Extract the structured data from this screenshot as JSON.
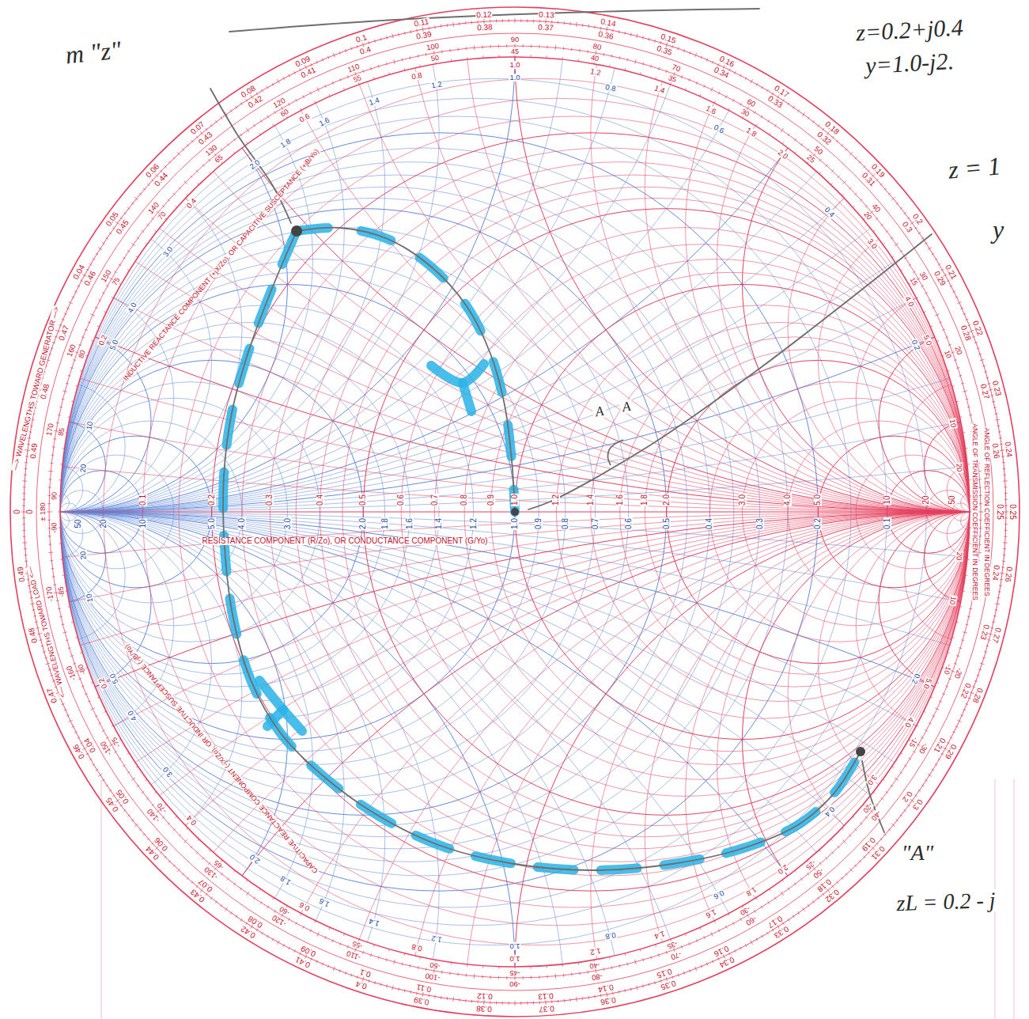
{
  "diagram": {
    "labels": [
      "0",
      "0.04",
      "0.05",
      "0.06",
      "0.07",
      "0.08",
      "0.09",
      "0.1",
      "0.11",
      "0.12",
      "0.13",
      "0.14",
      "0.15",
      "0.16",
      "0.17",
      "0.18",
      "0.19",
      "0.2",
      "0.21",
      "0.22",
      "0.23",
      "0.24",
      "0.25",
      "0.26",
      "0.27",
      "0.28",
      "0.29",
      "0.3",
      "0.31",
      "0.32",
      "0.33",
      "0.34",
      "0.35",
      "0.36",
      "0.37",
      "0.38",
      "0.39",
      "0.4",
      "0.41",
      "0.42",
      "0.43",
      "0.44",
      "0.45",
      "0.46",
      "0.47",
      "0.48",
      "0.49",
      "0",
      "0.49",
      "0.48",
      "0.47",
      "0.46",
      "0.45",
      "0.44",
      "0.43",
      "0.42",
      "0.41",
      "0.4",
      "0.39",
      "0.38",
      "0.37",
      "0.36",
      "0.35",
      "0.34",
      "0.33",
      "0.32",
      "0.31",
      "0.3",
      "0.29",
      "0.28",
      "0.27",
      "0.26",
      "0.25",
      "0.24",
      "0.23",
      "0.22",
      "0.21",
      "0.2",
      "0.19",
      "0.18",
      "0.17",
      "0.16",
      "0.15",
      "0.14",
      "0.13",
      "0.12",
      "0.11",
      "0.1",
      "0.09",
      "0.08",
      "0.07",
      "0.06",
      "0.05",
      "0.04",
      "20",
      "30",
      "40",
      "50",
      "60",
      "70",
      "80",
      "90",
      "100",
      "110",
      "120",
      "130",
      "140",
      "150",
      "160",
      "170",
      "-20",
      "-30",
      "-40",
      "-50",
      "-60",
      "-70",
      "-80",
      "-90",
      "-100",
      "-110",
      "-120",
      "-130",
      "-140",
      "-150",
      "-160",
      "-170",
      "± 180",
      "10",
      "15",
      "20",
      "25",
      "30",
      "35",
      "40",
      "45",
      "50",
      "55",
      "60",
      "65",
      "70",
      "75",
      "80",
      "85",
      "-10",
      "-15",
      "-20",
      "-25",
      "-30",
      "-35",
      "-40",
      "-45",
      "-50",
      "-55",
      "-60",
      "-65",
      "-70",
      "-75",
      "-80",
      "-85",
      "90",
      "-90",
      "0.1",
      "0.2",
      "0.3",
      "0.4",
      "0.5",
      "0.6",
      "0.7",
      "0.8",
      "0.9",
      "1.0",
      "1.2",
      "1.4",
      "1.6",
      "1.8",
      "2.0",
      "3.0",
      "4.0",
      "5.0",
      "10",
      "20",
      "50",
      "0.1",
      "0.2",
      "0.3",
      "0.4",
      "0.5",
      "0.6",
      "0.7",
      "0.8",
      "0.9",
      "1.0",
      "1.2",
      "1.4",
      "1.6",
      "1.8",
      "2.0",
      "3.0",
      "4.0",
      "5.0",
      "10",
      "20",
      "50",
      "0.2",
      "0.4",
      "0.6",
      "0.8",
      "1.0",
      "1.2",
      "1.4",
      "1.6",
      "1.8",
      "2.0",
      "3.0",
      "4.0",
      "5.0",
      "10",
      "20",
      "0.2",
      "0.4",
      "0.6",
      "0.8",
      "1.0",
      "1.2",
      "1.4",
      "1.6",
      "1.8",
      "2.0",
      "3.0",
      "4.0",
      "5.0",
      "10",
      "20",
      "0.2",
      "0.4",
      "0.6",
      "0.8",
      "1.0",
      "1.2",
      "1.4",
      "1.6",
      "1.8",
      "2.0",
      "3.0",
      "4.0",
      "5.0",
      "10",
      "20",
      "0.2",
      "0.4",
      "0.6",
      "0.8",
      "1.0",
      "1.2",
      "1.4",
      "1.6",
      "1.8",
      "2.0",
      "3.0",
      "4.0",
      "5.0",
      "10",
      "20",
      "—> WAVELENGTHS TOWARD GENERATOR —>",
      "<— WAVELENGTHS TOWARD LOAD <—",
      "INDUCTIVE REACTANCE COMPONENT (+jX/Zo), OR CAPACITIVE SUSCEPTANCE (+jB/Yo)",
      "CAPACITIVE REACTANCE COMPONENT (-jX/Zo), OR INDUCTIVE SUSCEPTANCE (-jB/Yo)",
      "RESISTANCE COMPONENT (R/Zo), OR CONDUCTANCE COMPONENT (G/Yo)",
      "ANGLE OF REFLECTION COEFFICIENT IN DEGREES",
      "ANGLE OF TRANSMISSION COEFFICIENT IN DEGREES",
      "z=0.2+j0.4",
      "y=1.0-j2.",
      "z = 1",
      "y",
      "m \"z\"",
      "A",
      "A",
      "\"A\"",
      "zL = 0.2 - j"
    ]
  }
}
